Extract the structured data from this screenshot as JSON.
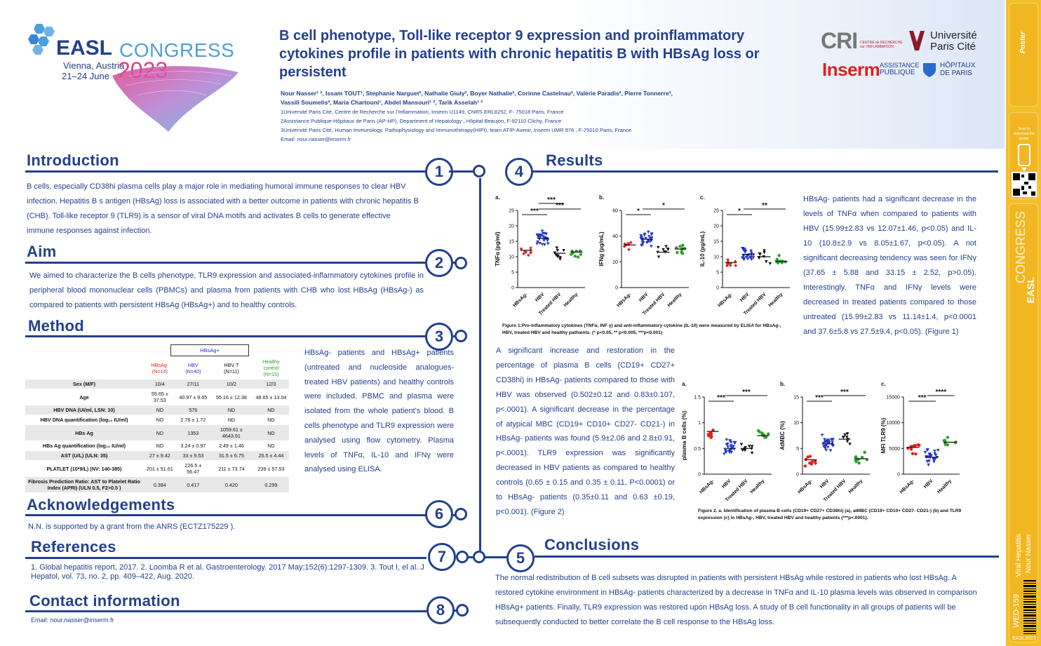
{
  "congress": {
    "brand": "EASL",
    "word": "CONGRESS",
    "city": "Vienna, Austria",
    "dates": "21–24 June",
    "year": "2023"
  },
  "poster": {
    "title": "B cell phenotype, Toll-like receptor 9 expression and proinflammatory cytokines profile in patients with chronic hepatitis B with HBsAg loss or persistent",
    "authors_line1": "Nour Nasser¹ ², Issam TOUT¹, Stephanie Narguet², Nathalie Giuly², Boyer Nathalie², Corinne Castelnau², Valérie Paradis², Pierre Tonnerre³,",
    "authors_line2": "Vassili Soumelis³, Maria Chartouni¹, Abdel Mansouri¹ ², Tarik Asselah¹ ²",
    "affil1": "1Université Paris Cité, Centre de Recherche sur l'Inflammation, Inserm U1149, CNRS ERL8252, F- 75018 Paris, France",
    "affil2": "2Assistance Publique-Hôpitaux de Paris (AP-HP), Department of Hepatology , Hôpital Beaujon, F-92110 Clichy, France",
    "affil3": "3Université Paris Cité, Human Immunology, Pathophysiology and Immunotherapy(HIPI), team ATIP-Avenir, Inserm UMR 976 , F-75010 Paris, France",
    "email": "Email: nour.nasser@inserm.fr"
  },
  "logos": {
    "cri": "CRI",
    "cri_sub": "CENTRE de RECHERCHE sur l'INFLAMMATION",
    "upc1": "Université",
    "upc2": "Paris Cité",
    "inserm": "Inserm",
    "aphp1": "ASSISTANCE",
    "aphp2": "PUBLIQUE",
    "hop1": "HÔPITAUX",
    "hop2": "DE PARIS"
  },
  "sections": {
    "introduction": {
      "num": "1",
      "title": "Introduction",
      "text": "B cells, especially CD38hi  plasma cells play a major role in mediating humoral immune responses to clear HBV infection. Hepatitis B s antigen (HBsAg) loss is associated with a better outcome in patients with chronic hepatitis B (CHB). Toll-like receptor 9 (TLR9) is a sensor of viral DNA motifs and activates B cells to generate effective immune responses against infection."
    },
    "aim": {
      "num": "2",
      "title": "Aim",
      "text": "We aimed to characterize the B cells phenotype, TLR9 expression and associated-inflammatory cytokines profile in peripheral blood mononuclear cells (PBMCs) and plasma from patients with CHB who lost HBsAg (HBsAg-) as compared to patients with persistent HBsAg (HBsAg+) and to healthy controls."
    },
    "method": {
      "num": "3",
      "title": "Method",
      "text": "HBsAg- patients and HBsAg+ patients (untreated and nucleoside analogues-treated HBV patients) and healthy controls were included. PBMC and plasma were isolated from the whole patient's blood. B cells phenotype and TLR9 expression were analysed using flow cytometry. Plasma levels of TNFα, IL-10 and IFNγ were analysed using ELISA."
    },
    "results": {
      "num": "4",
      "title": "Results",
      "text1": "HBsAg- patients had a significant decrease in the levels of TNFα when compared to patients with HBV (15.99±2.83 vs 12.07±1.46, p<0.05) and IL-10 (10.8±2.9 vs 8.05±1.67, p<0.05). A not significant decreasing tendency was seen for IFNγ (37.65 ± 5.88 and 33.15 ± 2.52, p>0.05). Interestingly, TNFα and IFNγ levels were decreased in treated patients compared to those untreated (15.99±2.83 vs 11.14±1.4, p<0.0001 and 37.6±5.8 vs 27.5±9.4, p<0.05). (Figure 1)",
      "text2": "A significant increase and restoration in the percentage of plasma            B cells (CD19+ CD27+ CD38hi) in HBsAg- patients compared to those with HBV was observed (0.502±0.12 and 0.83±0.107, p<.0001). A significant decrease in the percentage of atypical MBC (CD19+ CD10+ CD27- CD21-) in HBsAg- patients was found (5.9±2.06 and 2.8±0.91, p<.0001). TLR9 expression was significantly decreased in HBV patients as compared to healthy controls (0.65 ± 0.15 and 0.35 ± 0.11, P<0.0001) or to HBsAg- patients (0.35±0.11 and 0.63 ±0.19, p<0.001). (Figure 2)",
      "fig1_caption": "Figure 1:Pro-inflammatory cytokines (TNFα, INF γ) and anti-inflammatory cytokine  (IL-10) were measured by ELISA for HBsAg-, HBV, treated HBV and healthy pathients. (* p<0.05, ** p<0.005, ***p<0.001)",
      "fig2_caption": "Figure 2. a. Identification of plasma B cells (CD19+ CD27+ CD38hi) (a), atMBC (CD19+ CD10+ CD27- CD21-)  (b) and TLR9 expression (c) in HBsAg-, HBV, treated HBV and healthy patients (***p<.0001)."
    },
    "acknowledgements": {
      "num": "6",
      "title": "Acknowledgements",
      "text": "N.N. is supported by a grant from the ANRS (ECTZ175229 )."
    },
    "references": {
      "num": "7",
      "title": "References",
      "text": "1. Global hepatitis report, 2017. 2. Loomba R et al. Gastroenterology. 2017 May;152(6):1297-1309. 3. Tout I, el al. J Hepatol, vol. 73, no. 2, pp. 409–422, Aug. 2020."
    },
    "contact": {
      "num": "8",
      "title": "Contact information",
      "text": "Email: nour.nasser@inserm.fr"
    },
    "conclusions": {
      "num": "5",
      "title": "Conclusions",
      "text": "The normal redistribution of B cell subsets was disrupted in patients with persistent HBsAg while restored in patients who lost HBsAg. A restored cytokine environment in HBsAg- patients characterized by a decrease in TNFα and IL-10 plasma levels was observed in comparison HBsAg+ patients. Finally, TLR9 expression was restored upon HBsAg loss. A study of B cell functionality in all groups of patients will be subsequently conducted to better correlate the B cell response to the HBsAg loss."
    }
  },
  "table": {
    "group_header": "HBsAg+",
    "columns": [
      {
        "name": "HBsAg-",
        "n": "(N=14)",
        "color": "#e0201b"
      },
      {
        "name": "HBV",
        "n": "(N=40)",
        "color": "#2233cc"
      },
      {
        "name": "HBV T",
        "n": "(N=11)",
        "color": "#111111"
      },
      {
        "name": "Healthy control",
        "n": "(N=15)",
        "color": "#2aa02a"
      }
    ],
    "rows": [
      {
        "label": "Sex (M/F)",
        "v": [
          "10/4",
          "27/11",
          "10/2",
          "12/3"
        ]
      },
      {
        "label": "Age",
        "v": [
          "55.65 ± 37.53",
          "40.97 ± 9.65",
          "55.16 ± 12.38",
          "48.65 ± 13.04"
        ]
      },
      {
        "label": "HBV DNA (UI/ml, LSN: 10)",
        "v": [
          "ND",
          "576",
          "ND",
          "ND"
        ]
      },
      {
        "label": "HBV DNA quantification (log₁₀ IU/ml)",
        "v": [
          "ND",
          "2.76 ± 1.72",
          "ND",
          "ND"
        ]
      },
      {
        "label": "HBs Ag",
        "v": [
          "ND",
          "1353",
          "1059.61 ± 4643.91",
          "ND"
        ]
      },
      {
        "label": "HBs Ag quantification (log₁₀ IU/ml)",
        "v": [
          "ND",
          "3.24 ± 0.97",
          "2.49 ± 1.46",
          "ND"
        ]
      },
      {
        "label": "AST (U/L) (ULN: 35)",
        "v": [
          "27 ± 9.42",
          "33 ± 9.53",
          "31.5 ± 6.75",
          "25.5 ± 4.44"
        ]
      },
      {
        "label": "PLATLET (10*9/L) (NV: 140-385)",
        "v": [
          "201 ± 51.61",
          "226.5 ± 56.47",
          "211 ± 73.74",
          "239 ± 57.53"
        ]
      },
      {
        "label": "Fibrosis Prediction Ratio: AST to Platelet Ratio Index (APRI) (ULN 0.5, F2>0.5 )",
        "v": [
          "0.384",
          "0.417",
          "0.420",
          "0.299"
        ]
      }
    ]
  },
  "sidebar": {
    "poster_label": "Poster",
    "scan": "Scan to download the poster",
    "topic": "Viral Hepatitis",
    "author": "Nour Nasser",
    "code": "WED-159",
    "tag": "EASL2023"
  },
  "colors": {
    "navy": "#24408e",
    "hbsag_neg": "#e0201b",
    "hbv": "#2233cc",
    "treated": "#111111",
    "healthy": "#2aa02a",
    "sidebar": "#f3c02b"
  },
  "chart_data": [
    {
      "type": "scatter",
      "panel": "a.",
      "ylabel": "TNFα (pg/ml)",
      "ylim": [
        0,
        25
      ],
      "yticks": [
        0,
        5,
        10,
        15,
        20,
        25
      ],
      "categories": [
        "HBsAg-",
        "HBV",
        "Treated HBV",
        "Healthy"
      ],
      "means": [
        12.07,
        15.99,
        11.14,
        11.5
      ],
      "significance": [
        "***",
        "***",
        "***"
      ]
    },
    {
      "type": "scatter",
      "panel": "b.",
      "ylabel": "IFNg (pg/mL)",
      "ylim": [
        0,
        60
      ],
      "yticks": [
        0,
        20,
        40,
        60
      ],
      "categories": [
        "HBsAg-",
        "HBV",
        "Treated HBV",
        "Healthy"
      ],
      "means": [
        33.15,
        37.65,
        27.5,
        30
      ],
      "significance": [
        "*",
        "*"
      ]
    },
    {
      "type": "scatter",
      "panel": "c.",
      "ylabel": "IL-10 (pg/mL)",
      "ylim": [
        0,
        25
      ],
      "yticks": [
        0,
        5,
        10,
        15,
        20,
        25
      ],
      "categories": [
        "HBsAg-",
        "HBV",
        "Treated HBV",
        "Healthy"
      ],
      "means": [
        8.05,
        10.8,
        10,
        8.5
      ],
      "significance": [
        "*",
        "**"
      ]
    },
    {
      "type": "scatter",
      "panel": "a.",
      "ylabel": "plasma B cells (%)",
      "ylim": [
        0,
        1.5
      ],
      "yticks": [
        0.0,
        0.5,
        1.0,
        1.5
      ],
      "categories": [
        "HBsAg-",
        "HBV",
        "Treated HBV",
        "Healthy"
      ],
      "means": [
        0.83,
        0.502,
        0.5,
        0.75
      ],
      "significance": [
        "***",
        "***"
      ]
    },
    {
      "type": "scatter",
      "panel": "b.",
      "ylabel": "AtMBC (%)",
      "ylim": [
        0,
        15
      ],
      "yticks": [
        0,
        5,
        10,
        15
      ],
      "categories": [
        "HBsAg-",
        "HBV",
        "Treated HBV",
        "Healthy"
      ],
      "means": [
        2.8,
        5.9,
        6.8,
        3.0
      ],
      "significance": [
        "***",
        "***"
      ]
    },
    {
      "type": "scatter",
      "panel": "c.",
      "ylabel": "MFI TLR9 (%)",
      "ylim": [
        0,
        15000
      ],
      "yticks": [
        0,
        5000,
        10000,
        15000
      ],
      "categories": [
        "HBsAg-",
        "HBV",
        "Healthy"
      ],
      "means": [
        5200,
        3300,
        6200
      ],
      "significance": [
        "***",
        "****"
      ]
    }
  ]
}
